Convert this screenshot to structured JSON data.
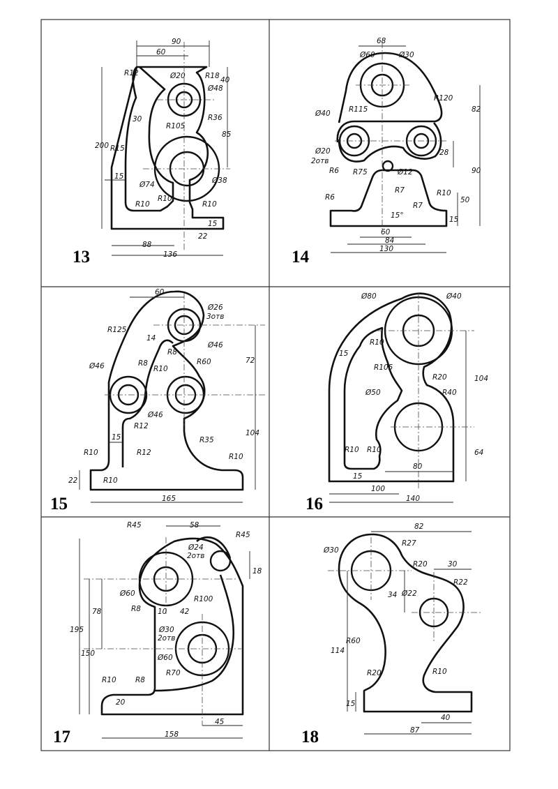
{
  "panels": [
    {
      "number": "13",
      "labels": [
        "90",
        "60",
        "R12",
        "R18",
        "Ø20",
        "Ø48",
        "40",
        "R36",
        "30",
        "R105",
        "85",
        "200",
        "R15",
        "15",
        "Ø74",
        "Ø38",
        "R10",
        "R10",
        "R10",
        "15",
        "22",
        "88",
        "136"
      ]
    },
    {
      "number": "14",
      "labels": [
        "68",
        "Ø60",
        "Ø30",
        "R120",
        "R115",
        "82",
        "Ø40",
        "Ø20",
        "2отв",
        "28",
        "R6",
        "R75",
        "Ø12",
        "R7",
        "90",
        "R6",
        "R10",
        "50",
        "R7",
        "15°",
        "15",
        "60",
        "84",
        "130"
      ]
    },
    {
      "number": "15",
      "labels": [
        "60",
        "Ø26",
        "3отв",
        "R125",
        "14",
        "R8",
        "Ø46",
        "R8",
        "R10",
        "R60",
        "72",
        "Ø46",
        "Ø46",
        "R12",
        "15",
        "R35",
        "104",
        "R10",
        "R12",
        "R10",
        "R10",
        "22",
        "165"
      ]
    },
    {
      "number": "16",
      "labels": [
        "Ø80",
        "Ø40",
        "R10",
        "15",
        "R105",
        "R20",
        "104",
        "Ø50",
        "R40",
        "R10",
        "R10",
        "15",
        "80",
        "64",
        "100",
        "140"
      ]
    },
    {
      "number": "17",
      "labels": [
        "R45",
        "58",
        "Ø24",
        "2отв",
        "R45",
        "18",
        "195",
        "150",
        "78",
        "Ø60",
        "R8",
        "10",
        "42",
        "R100",
        "Ø30",
        "2отв",
        "Ø60",
        "R70",
        "R10",
        "R8",
        "20",
        "45",
        "158"
      ]
    },
    {
      "number": "18",
      "labels": [
        "82",
        "Ø30",
        "R27",
        "R20",
        "30",
        "R22",
        "34",
        "Ø22",
        "114",
        "R60",
        "R20",
        "R10",
        "15",
        "40",
        "87"
      ]
    }
  ]
}
